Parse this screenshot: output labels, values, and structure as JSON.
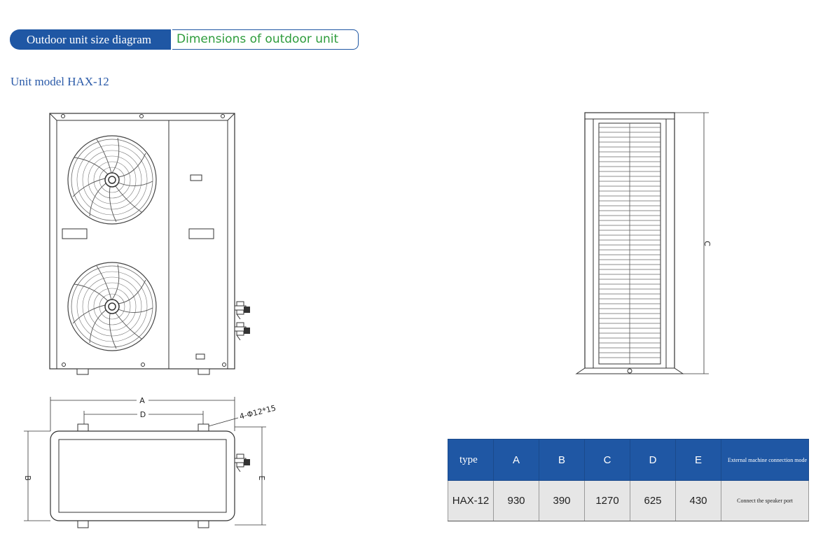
{
  "header": {
    "tab_label": "Outdoor unit size diagram",
    "title": "Dimensions of outdoor unit"
  },
  "unit_model": "Unit model HAX-12",
  "diagram_labels": {
    "a": "A",
    "b": "B",
    "c": "C",
    "d": "D",
    "e": "E",
    "holes": "4-Φ12*15"
  },
  "table": {
    "headers": [
      "type",
      "A",
      "B",
      "C",
      "D",
      "E",
      "External machine connection mode"
    ],
    "rows": [
      [
        "HAX-12",
        "930",
        "390",
        "1270",
        "625",
        "430",
        "Connect the speaker port"
      ]
    ]
  },
  "colors": {
    "header_blue": "#1f57a4",
    "title_green": "#2e9c3c",
    "row_gray": "#e6e6e6"
  }
}
